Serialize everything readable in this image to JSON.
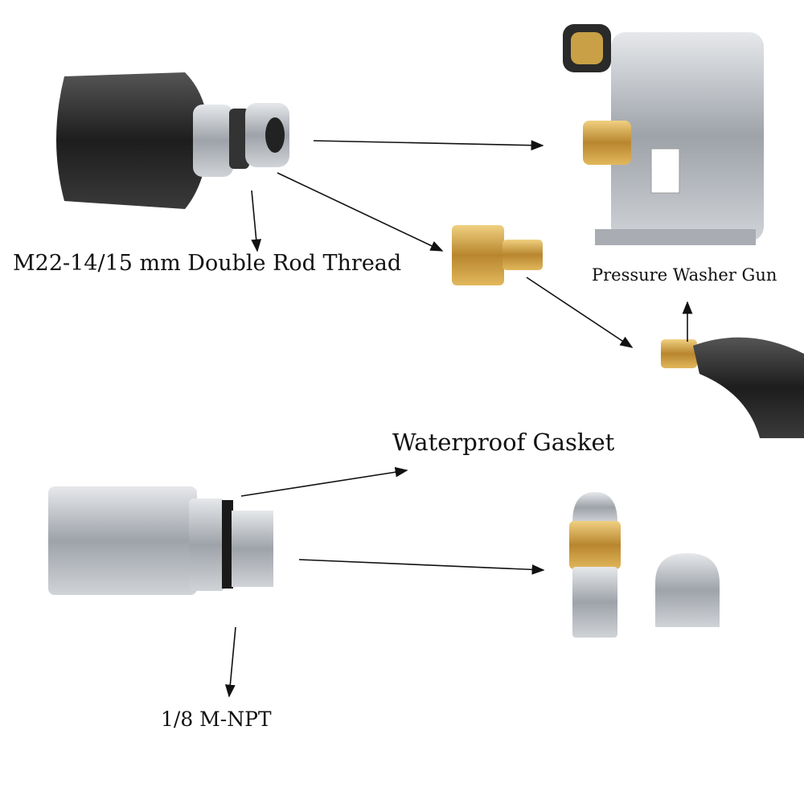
{
  "labels": {
    "thread": "M22-14/15 mm Double Rod Thread",
    "gun": "Pressure Washer Gun",
    "gasket": "Waterproof Gasket",
    "npt": "1/8 M-NPT"
  },
  "colors": {
    "arrow": "#111111",
    "brass": "#c9a046",
    "steel": "#b8bcc2",
    "rubber": "#2a2a2a"
  }
}
